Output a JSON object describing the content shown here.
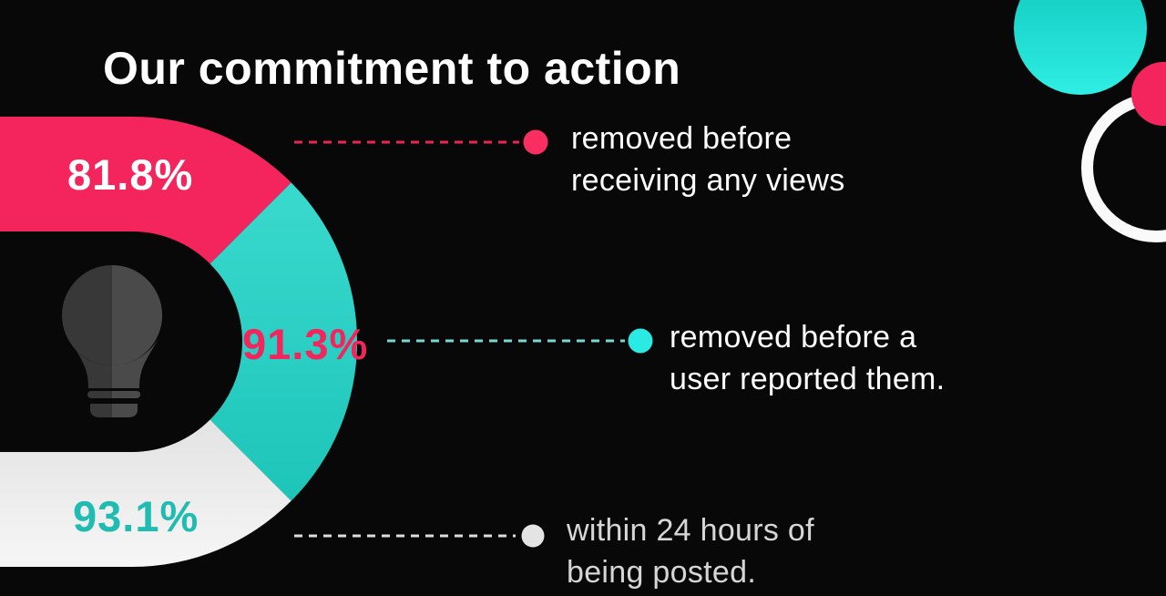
{
  "title": "Our commitment to action",
  "chart_data": {
    "type": "pie",
    "variant": "d-shaped-donut-infographic",
    "title": "Our commitment to action",
    "legend_position": "right",
    "segments": [
      {
        "value": 81.8,
        "value_label": "81.8%",
        "label": "removed before receiving any views",
        "color": "#f4255c"
      },
      {
        "value": 91.3,
        "value_label": "91.3%",
        "label": "removed before a user reported them.",
        "color": "#2bd3c6"
      },
      {
        "value": 93.1,
        "value_label": "93.1%",
        "label": "within 24 hours of being posted.",
        "color": "#ececec"
      }
    ],
    "center_icon": "lightbulb-icon"
  },
  "donut": {
    "pct_pink": "81.8%",
    "pct_teal": "91.3%",
    "pct_white": "93.1%"
  },
  "legend": [
    {
      "line1": "removed before",
      "line2": "receiving any views",
      "dot_color": "#fb2e62"
    },
    {
      "line1": "removed before a",
      "line2": "user reported them.",
      "dot_color": "#2be9e3"
    },
    {
      "line1": "within 24 hours of",
      "line2": "being posted.",
      "dot_color": "#e4e4e4"
    }
  ],
  "colors": {
    "background": "#080808",
    "pink": "#f4255c",
    "teal": "#2bd3c6",
    "light_gray": "#ececec",
    "bulb_dark": "#383838",
    "bulb_light": "#4a4a4a",
    "title_text": "#ffffff"
  }
}
